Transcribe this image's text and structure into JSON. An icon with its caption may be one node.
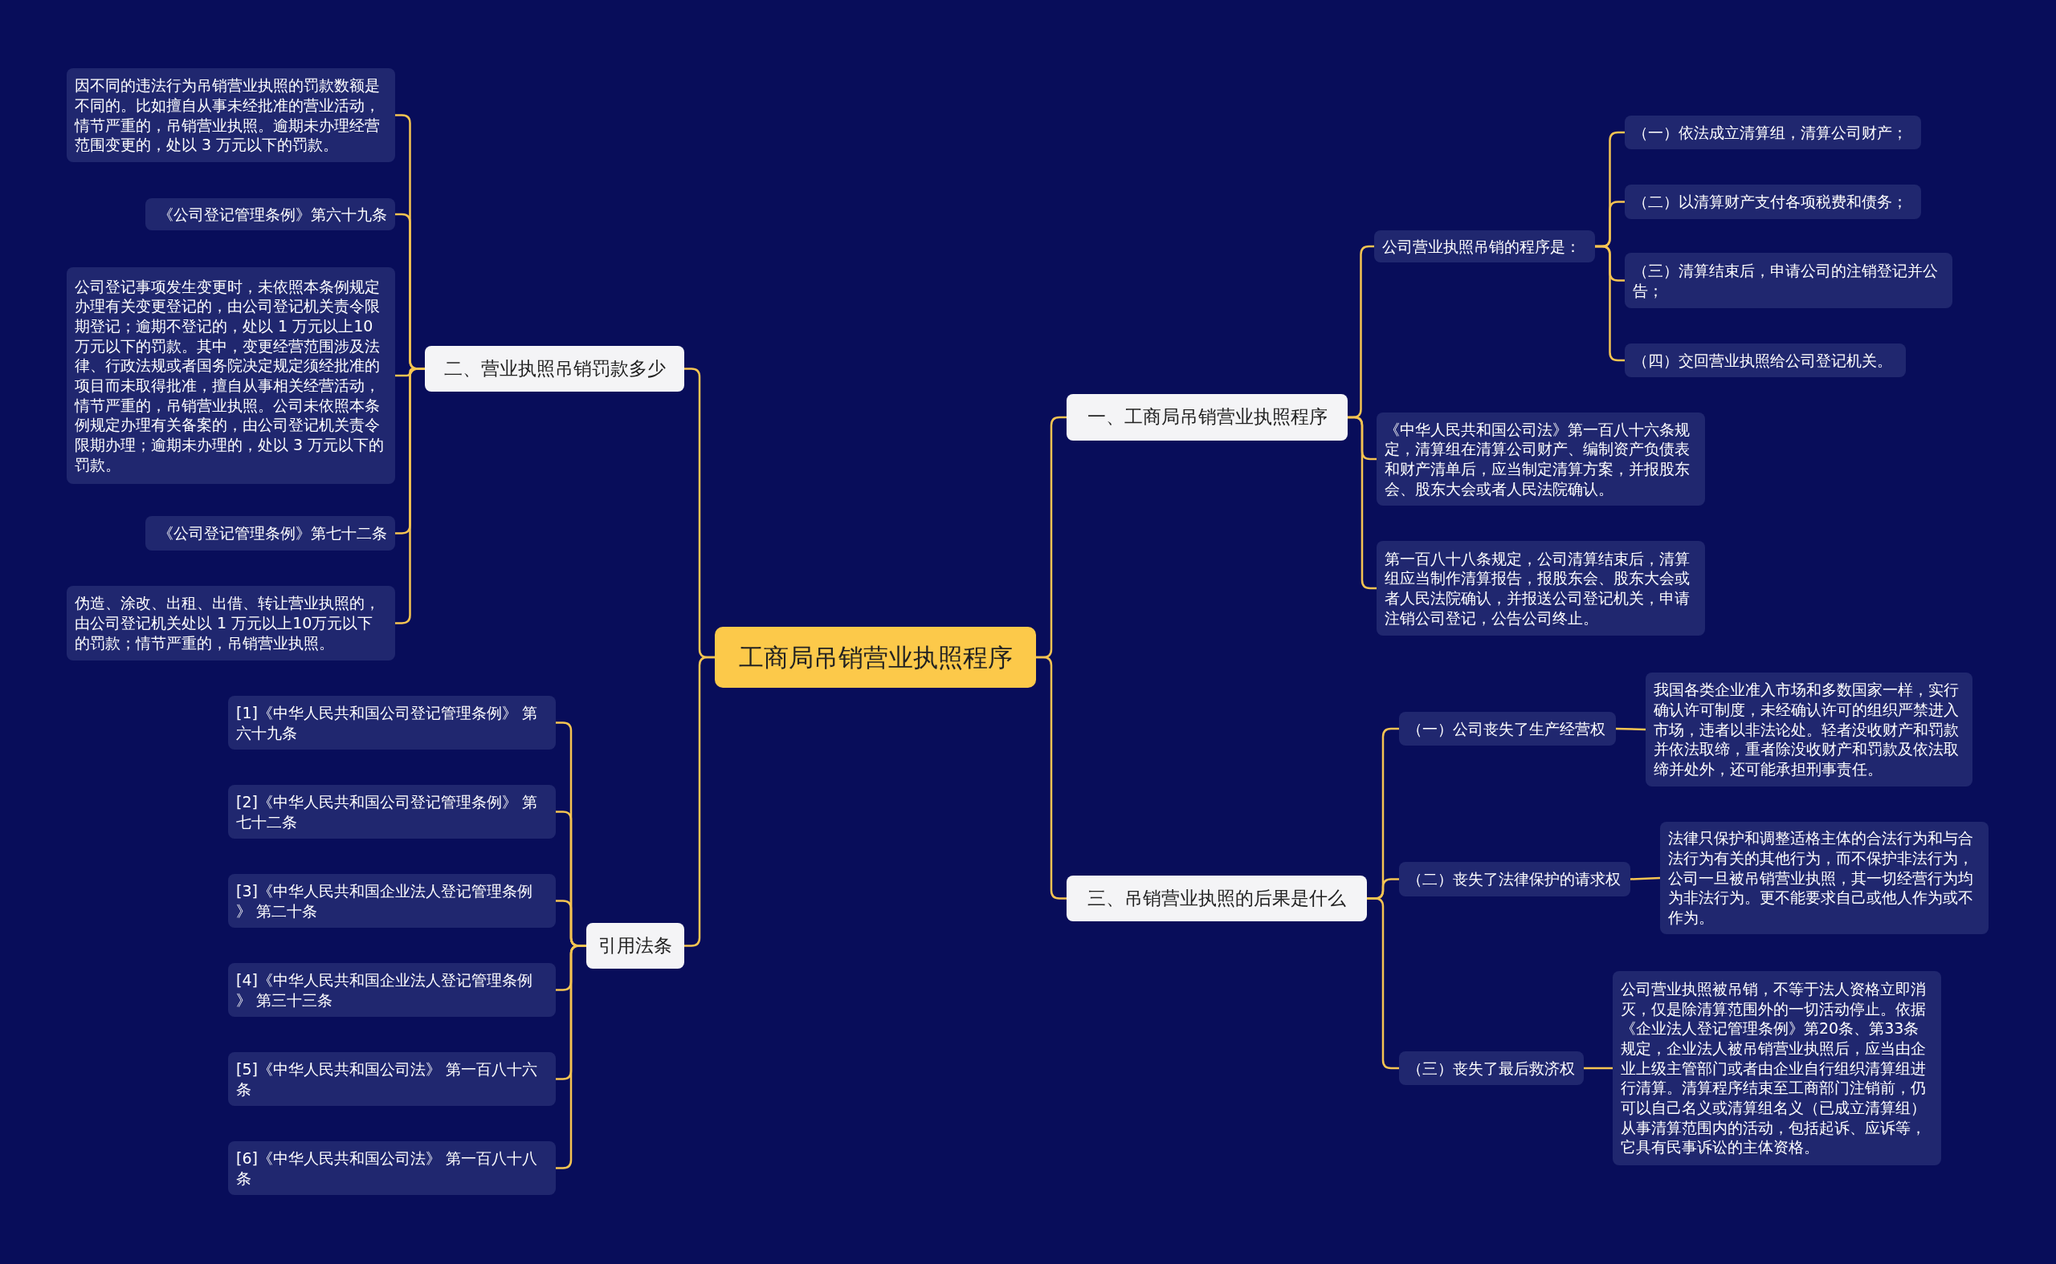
{
  "diagram": {
    "nodes": [
      {
        "text": [
          "工商局吊销营业执照程序"
        ]
      },
      {
        "text": [
          "一、工商局吊销营业执照程序"
        ]
      },
      {
        "text": [
          "公司营业执照吊销的程序是："
        ]
      },
      {
        "text": [
          "（一）依法成立清算组，清算公司财产；"
        ]
      },
      {
        "text": [
          "（二）以清算财产支付各项税费和债务；"
        ]
      },
      {
        "text": [
          "（三）清算结束后，申请公司的注销登记并公告；"
        ]
      },
      {
        "text": [
          "（四）交回营业执照给公司登记机关。"
        ]
      },
      {
        "text": [
          "《中华人民共和国公司法》第一百八十六条规定，清算组在清算公司财产、编制资产负债表和财产清单后，应当制定清算方案，并报股东会、股东大会或者人民法院确认。"
        ]
      },
      {
        "text": [
          "第一百八十八条规定，公司清算结束后，清算组应当制作清算报告，报股东会、股东大会或者人民法院确认，并报送公司登记机关，申请注销公司登记，公告公司终止。"
        ]
      },
      {
        "text": [
          "三、吊销营业执照的后果是什么"
        ]
      },
      {
        "text": [
          "（一）公司丧失了生产经营权"
        ]
      },
      {
        "text": [
          "我国各类企业准入市场和多数国家一样，实行确认许可制度，未经确认许可的组织严禁进入市场，违者以非法论处。轻者没收财产和罚款并依法取缔，重者除没收财产和罚款及依法取缔并处外，还可能承担刑事责任。"
        ]
      },
      {
        "text": [
          "（二）丧失了法律保护的请求权"
        ]
      },
      {
        "text": [
          "法律只保护和调整适格主体的合法行为和与合法行为有关的其他行为，而不保护非法行为，公司一旦被吊销营业执照，其一切经营行为均为非法行为。更不能要求自己或他人作为或不作为。"
        ]
      },
      {
        "text": [
          "（三）丧失了最后救济权"
        ]
      },
      {
        "text": [
          "公司营业执照被吊销，不等于法人资格立即消灭，仅是除清算范围外的一切活动停止。依据《企业法人登记管理条例》第20条、第33条规定，企业法人被吊销营业执照后，应当由企业上级主管部门或者由企业自行组织清算组进行清算。清算程序结束至工商部门注销前，仍可以自己名义或清算组名义（已成立清算组）从事清算范围内的活动，包括起诉、应诉等，它具有民事诉讼的主体资格。"
        ]
      },
      {
        "text": [
          "二、营业执照吊销罚款多少"
        ]
      },
      {
        "text": [
          "因不同的违法行为吊销营业执照的罚款数额是不同的。比如擅自从事未经批准的营业活动，情节严重的，吊销营业执照。逾期未办理经营范围变更的，处以 3 万元以下的罚款。"
        ]
      },
      {
        "text": [
          "《公司登记管理条例》第六十九条"
        ]
      },
      {
        "text": [
          "公司登记事项发生变更时，未依照本条例规定办理有关变更登记的，由公司登记机关责令限期登记；逾期不登记的，处以 1 万元以上10 万元以下的罚款。其中，变更经营范围涉及法律、行政法规或者国务院决定规定须经批准的项目而未取得批准，擅自从事相关经营活动，情节严重的，吊销营业执照。公司未依照本条例规定办理有关备案的，由公司登记机关责令限期办理；逾期未办理的，处以 3 万元以下的罚款。"
        ]
      },
      {
        "text": [
          "《公司登记管理条例》第七十二条"
        ]
      },
      {
        "text": [
          "伪造、涂改、出租、出借、转让营业执照的，由公司登记机关处以 1 万元以上10万元以下的罚款；情节严重的，吊销营业执照。"
        ]
      },
      {
        "text": [
          "引用法条"
        ]
      },
      {
        "text": [
          "[1]《中华人民共和国公司登记管理条例》 第六十九条"
        ]
      },
      {
        "text": [
          "[2]《中华人民共和国公司登记管理条例》 第七十二条"
        ]
      },
      {
        "text": [
          "[3]《中华人民共和国企业法人登记管理条例》 第二十条"
        ]
      },
      {
        "text": [
          "[4]《中华人民共和国企业法人登记管理条例》 第三十三条"
        ]
      },
      {
        "text": [
          "[5]《中华人民共和国公司法》 第一百八十六条"
        ]
      },
      {
        "text": [
          "[6]《中华人民共和国公司法》 第一百八十八条"
        ]
      }
    ],
    "edges": [
      {
        "from": 0,
        "to": 1,
        "arrow": "none"
      },
      {
        "from": 1,
        "to": 2,
        "arrow": "none"
      },
      {
        "from": 2,
        "to": 3,
        "arrow": "none"
      },
      {
        "from": 2,
        "to": 4,
        "arrow": "none"
      },
      {
        "from": 2,
        "to": 5,
        "arrow": "none"
      },
      {
        "from": 2,
        "to": 6,
        "arrow": "none"
      },
      {
        "from": 1,
        "to": 7,
        "arrow": "none"
      },
      {
        "from": 1,
        "to": 8,
        "arrow": "none"
      },
      {
        "from": 0,
        "to": 9,
        "arrow": "none"
      },
      {
        "from": 9,
        "to": 10,
        "arrow": "none"
      },
      {
        "from": 10,
        "to": 11,
        "arrow": "none"
      },
      {
        "from": 9,
        "to": 12,
        "arrow": "none"
      },
      {
        "from": 12,
        "to": 13,
        "arrow": "none"
      },
      {
        "from": 9,
        "to": 14,
        "arrow": "none"
      },
      {
        "from": 14,
        "to": 15,
        "arrow": "none"
      },
      {
        "from": 0,
        "to": 16,
        "arrow": "none"
      },
      {
        "from": 16,
        "to": 17,
        "arrow": "none"
      },
      {
        "from": 16,
        "to": 18,
        "arrow": "none"
      },
      {
        "from": 16,
        "to": 19,
        "arrow": "none"
      },
      {
        "from": 16,
        "to": 20,
        "arrow": "none"
      },
      {
        "from": 16,
        "to": 21,
        "arrow": "none"
      },
      {
        "from": 0,
        "to": 22,
        "arrow": "none"
      },
      {
        "from": 22,
        "to": 23,
        "arrow": "none"
      },
      {
        "from": 22,
        "to": 24,
        "arrow": "none"
      },
      {
        "from": 22,
        "to": 25,
        "arrow": "none"
      },
      {
        "from": 22,
        "to": 26,
        "arrow": "none"
      },
      {
        "from": 22,
        "to": 27,
        "arrow": "none"
      },
      {
        "from": 22,
        "to": 28,
        "arrow": "none"
      }
    ]
  }
}
